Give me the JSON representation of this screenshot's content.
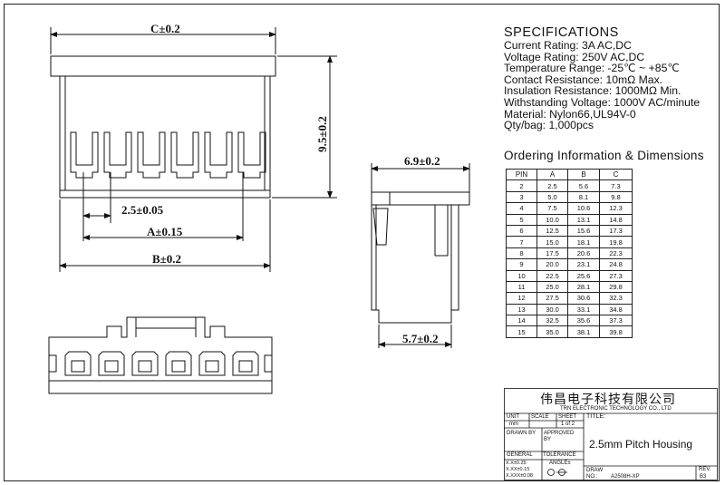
{
  "dimensions": {
    "top_width": "C±0.2",
    "height": "9.5±0.2",
    "pitch": "2.5±0.05",
    "span_a": "A±0.15",
    "span_b": "B±0.2",
    "side_top": "6.9±0.2",
    "side_bottom": "5.7±0.2"
  },
  "specifications": {
    "title": "SPECIFICATIONS",
    "lines": [
      "Current Rating: 3A AC,DC",
      "Voltage Rating: 250V AC,DC",
      "Temperature Range: -25℃ ~ +85℃",
      "Contact Resistance: 10mΩ Max.",
      "Insulation Resistance: 1000MΩ Min.",
      "Withstanding Voltage: 1000V AC/minute",
      "Material: Nylon66,UL94V-0",
      "Qty/bag: 1,000pcs"
    ]
  },
  "ordering": {
    "title": "Ordering Information & Dimensions",
    "headers": [
      "PIN",
      "A",
      "B",
      "C"
    ],
    "rows": [
      [
        "2",
        "2.5",
        "5.6",
        "7.3"
      ],
      [
        "3",
        "5.0",
        "8.1",
        "9.8"
      ],
      [
        "4",
        "7.5",
        "10.6",
        "12.3"
      ],
      [
        "5",
        "10.0",
        "13.1",
        "14.8"
      ],
      [
        "6",
        "12.5",
        "15.6",
        "17.3"
      ],
      [
        "7",
        "15.0",
        "18.1",
        "19.8"
      ],
      [
        "8",
        "17.5",
        "20.6",
        "22.3"
      ],
      [
        "9",
        "20.0",
        "23.1",
        "24.8"
      ],
      [
        "10",
        "22.5",
        "25.6",
        "27.3"
      ],
      [
        "11",
        "25.0",
        "28.1",
        "29.8"
      ],
      [
        "12",
        "27.5",
        "30.6",
        "32.3"
      ],
      [
        "13",
        "30.0",
        "33.1",
        "34.8"
      ],
      [
        "14",
        "32.5",
        "35.6",
        "37.3"
      ],
      [
        "15",
        "35.0",
        "38.1",
        "39.8"
      ]
    ]
  },
  "title_block": {
    "company_cn": "伟昌电子科技有限公司",
    "company_en": "TRN ELECTRONIC TECHNOLOGY CO., LTD",
    "unit_label": "UNIT",
    "unit_value": "mm",
    "scale_label": "SCALE",
    "sheet_label": "SHEET",
    "sheet_value": "1 of 2",
    "title_label": "TITLE:",
    "title_value": "2.5mm Pitch Housing",
    "drawn_by_label": "DRAWN BY",
    "approved_label": "APPROVED BY",
    "general_label": "GENERAL",
    "tolerance_label": "TOLERANCE",
    "tol1": "X.X±0.25",
    "tol2": "X.XX±0.15",
    "tol3": "X.XXX±0.08",
    "angle_label": "ANGLE±",
    "draw_label": "DRAW NO.:",
    "draw_no": "A2508H-XP",
    "rev_label": "REV.",
    "rev_value": "B3"
  }
}
